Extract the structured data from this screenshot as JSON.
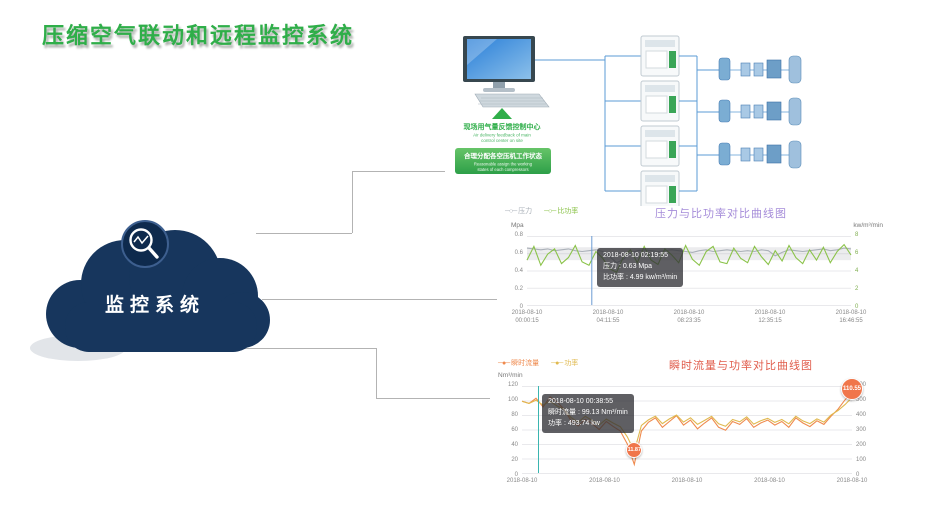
{
  "page": {
    "title": "压缩空气联动和远程监控系统",
    "title_color": "#2fae49",
    "background": "#ffffff"
  },
  "cloud": {
    "label": "监控系统",
    "fill": "#17365d",
    "icon": "magnifier-trend-icon"
  },
  "diagram": {
    "feedback_note": {
      "cn": "现场用气量反馈控制中心",
      "en1": "Air delivery feedback of main",
      "en2": "control center on site",
      "color": "#2fae49"
    },
    "assign_box": {
      "cn": "合理分配各空压机工作状态",
      "en1": "Reasonable assign the working",
      "en2": "states of each compressors"
    },
    "compressor_count": 4,
    "equipment_rows": 3
  },
  "chart_data": [
    {
      "type": "line",
      "title": "压力与比功率对比曲线图",
      "title_color": "#a58cd9",
      "ylabel_left": "Mpa",
      "ylabel_right": "kw/m³/min",
      "yticks_left": [
        "0",
        "0.2",
        "0.4",
        "0.6",
        "0.8"
      ],
      "yticks_right": [
        "0",
        "2",
        "4",
        "6",
        "8"
      ],
      "ytick_color_left": "#888888",
      "ytick_color_right": "#7fae4f",
      "xticks": [
        [
          "2018-08-10",
          "00:00:15"
        ],
        [
          "2018-08-10",
          "04:11:55"
        ],
        [
          "2018-08-10",
          "08:23:35"
        ],
        [
          "2018-08-10",
          "12:35:15"
        ],
        [
          "2018-08-10",
          "16:46:55"
        ]
      ],
      "band": {
        "series": 0,
        "from": 0.52,
        "to": 0.67,
        "color": "rgba(150,150,160,0.18)"
      },
      "series": [
        {
          "name": "压力",
          "mark": "─○─",
          "color": "#aab0b8",
          "ylim": [
            0,
            0.8
          ],
          "values": [
            0.66,
            0.65,
            0.64,
            0.65,
            0.63,
            0.64,
            0.65,
            0.63,
            0.62,
            0.63,
            0.64,
            0.62,
            0.56,
            0.49,
            0.53,
            0.6,
            0.63,
            0.64,
            0.63,
            0.62,
            0.63,
            0.64,
            0.63,
            0.62,
            0.61,
            0.63,
            0.64,
            0.62,
            0.63,
            0.64,
            0.63,
            0.62,
            0.63,
            0.62,
            0.64,
            0.63,
            0.57,
            0.61,
            0.64,
            0.63,
            0.62,
            0.63,
            0.64,
            0.65,
            0.63,
            0.64,
            0.66,
            0.65
          ]
        },
        {
          "name": "比功率",
          "mark": "─○─",
          "color": "#8bc34a",
          "ylim": [
            0,
            8
          ],
          "values": [
            5.2,
            6.8,
            4.6,
            5.9,
            6.5,
            4.8,
            5.5,
            6.9,
            5.0,
            4.6,
            6.2,
            5.4,
            4.2,
            3.8,
            5.6,
            6.4,
            4.9,
            6.8,
            5.2,
            4.7,
            6.5,
            5.8,
            4.9,
            6.9,
            5.3,
            4.6,
            6.2,
            6.8,
            5.0,
            4.8,
            6.6,
            5.4,
            4.9,
            6.8,
            5.6,
            4.7,
            6.3,
            5.1,
            6.9,
            5.5,
            4.8,
            6.4,
            5.2,
            6.7,
            4.9,
            6.2,
            7.0,
            5.8
          ]
        }
      ],
      "tooltip": {
        "x_frac": 0.2,
        "line_color": "#6b9bd2",
        "title": "2018-08-10 02:19:55",
        "line1": "压力 : 0.63 Mpa",
        "line2": "比功率 : 4.99 kw/m³/min"
      }
    },
    {
      "type": "line",
      "title": "瞬时流量与功率对比曲线图",
      "title_color": "#e05c4b",
      "ylabel_left": "Nm³/min",
      "ylabel_right": "",
      "yticks_left": [
        "0",
        "20",
        "40",
        "60",
        "80",
        "100",
        "120"
      ],
      "yticks_right": [
        "0",
        "100",
        "200",
        "300",
        "400",
        "500",
        "600"
      ],
      "ytick_color_left": "#888888",
      "ytick_color_right": "#888888",
      "xticks": [
        [
          "2018-08-10"
        ],
        [
          "2018-08-10"
        ],
        [
          "2018-08-10"
        ],
        [
          "2018-08-10"
        ],
        [
          "2018-08-10"
        ]
      ],
      "series": [
        {
          "name": "瞬时流量",
          "mark": "─●─",
          "color": "#ef8a4e",
          "ylim": [
            0,
            120
          ],
          "values": [
            99.13,
            96,
            103,
            91,
            105,
            98,
            88,
            72,
            65,
            74,
            68,
            60,
            71,
            64,
            58,
            40,
            11.87,
            58,
            70,
            76,
            63,
            71,
            79,
            66,
            73,
            61,
            69,
            76,
            63,
            59,
            71,
            67,
            75,
            63,
            69,
            73,
            66,
            71,
            63,
            76,
            69,
            64,
            72,
            67,
            78,
            88,
            101,
            110.55
          ]
        },
        {
          "name": "功率",
          "mark": "─●─",
          "color": "#e0b94f",
          "ylim": [
            0,
            600
          ],
          "values": [
            493.74,
            480,
            502,
            468,
            495,
            462,
            440,
            382,
            350,
            391,
            362,
            331,
            372,
            344,
            319,
            250,
            150,
            328,
            366,
            392,
            341,
            373,
            399,
            351,
            381,
            336,
            363,
            391,
            339,
            322,
            369,
            353,
            387,
            337,
            361,
            377,
            349,
            369,
            339,
            392,
            359,
            341,
            373,
            351,
            399,
            431,
            472,
            521
          ]
        }
      ],
      "tooltip": {
        "x_frac": 0.05,
        "line_color": "#3ab5b0",
        "title": "2018-08-10 00:38:55",
        "line1": "瞬时流量 : 99.13 Nm³/min",
        "line2": "功率 : 493.74 kw"
      },
      "markers": [
        {
          "series": 0,
          "index": 47,
          "label": "110.55",
          "r": 11,
          "dy": 4,
          "color": "#f0764b"
        },
        {
          "series": 0,
          "index": 16,
          "label": "11.87",
          "r": 8,
          "dy": 14,
          "color": "#f0764b"
        }
      ]
    }
  ]
}
